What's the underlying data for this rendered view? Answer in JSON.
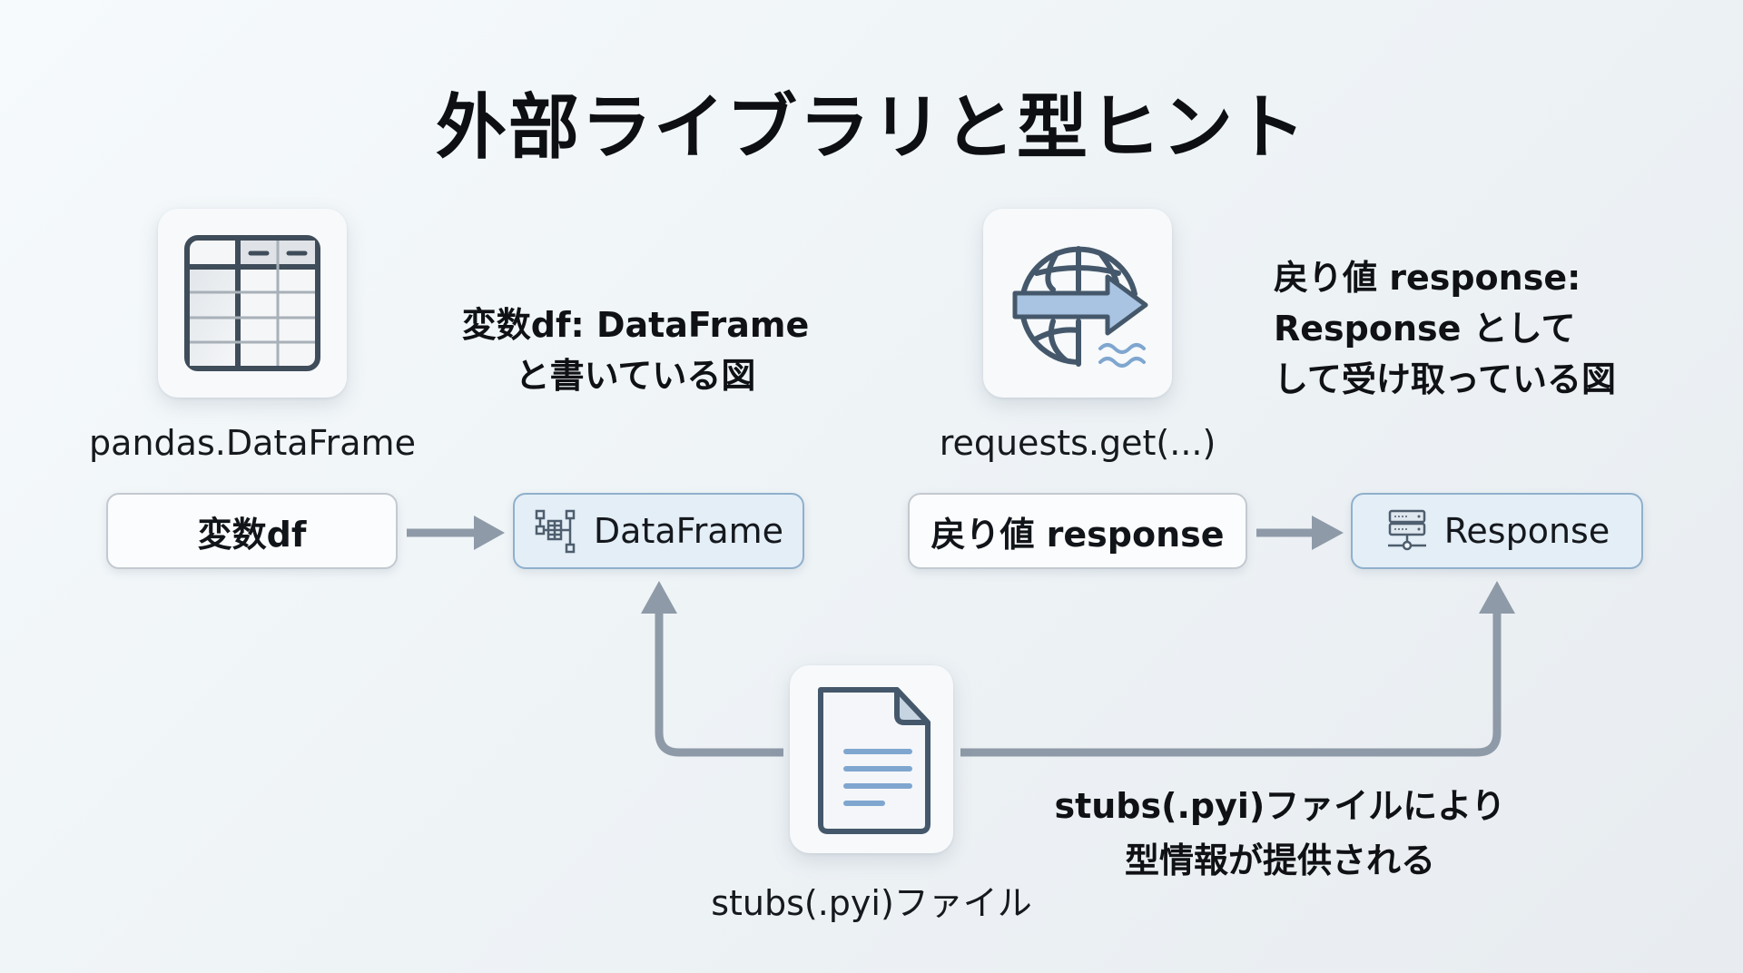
{
  "title": "外部ライブラリと型ヒント",
  "left": {
    "icon": "table-icon",
    "caption": "pandas.DataFrame",
    "note_lines": [
      "変数df: DataFrame",
      "と書いている図"
    ],
    "var_box": "変数df",
    "type_box": {
      "icon": "dataframe-schema-icon",
      "label": "DataFrame"
    }
  },
  "right": {
    "icon": "globe-request-icon",
    "caption": "requests.get(...)",
    "note_lines": [
      "戻り値 response:",
      "Response として",
      "して受け取っている図"
    ],
    "var_box": "戻り値 response",
    "type_box": {
      "icon": "server-icon",
      "label": "Response"
    }
  },
  "stubs": {
    "icon": "document-icon",
    "caption": "stubs(.pyi)ファイル",
    "note_lines": [
      "stubs(.pyi)ファイルにより",
      "型情報が提供される"
    ]
  },
  "colors": {
    "accent_fill": "#e4eef7",
    "accent_border": "#8fb0cc",
    "arrow": "#8e9aa8",
    "icon_stroke": "#44576a",
    "icon_blue": "#7fa6cf"
  }
}
